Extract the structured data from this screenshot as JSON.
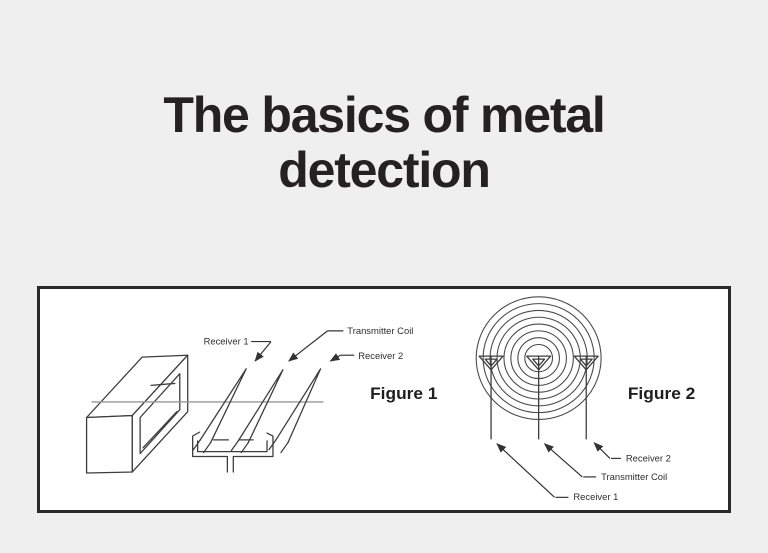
{
  "page": {
    "background": "#f0efef",
    "title": "The basics of metal detection",
    "title_color": "#242122"
  },
  "panel": {
    "border_color": "#2a2a2a",
    "background": "#ffffff",
    "ink_color": "#3d3d3d"
  },
  "figure1": {
    "caption": "Figure 1",
    "labels": {
      "receiver1": "Receiver 1",
      "transmitter_coil": "Transmitter Coil",
      "receiver2": "Receiver 2"
    }
  },
  "figure2": {
    "caption": "Figure 2",
    "labels": {
      "receiver1": "Receiver 1",
      "transmitter_coil": "Transmitter Coil",
      "receiver2": "Receiver 2"
    }
  }
}
